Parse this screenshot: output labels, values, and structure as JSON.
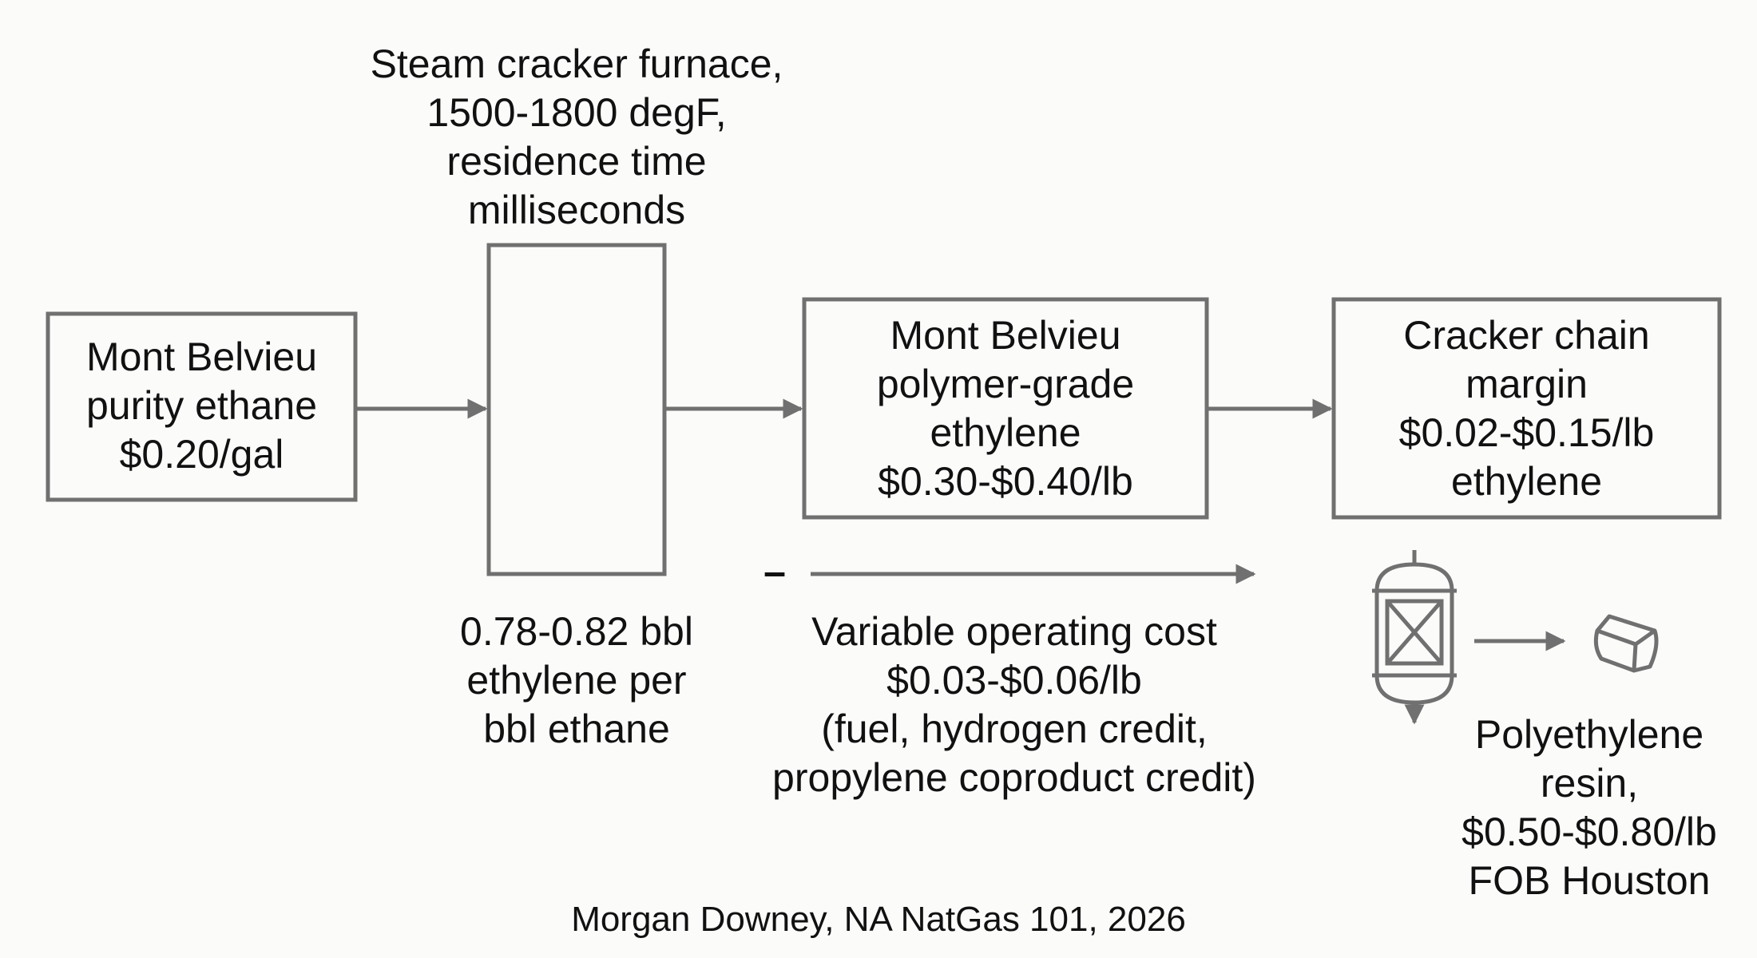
{
  "furnace_label": [
    "Steam cracker furnace,",
    "1500-1800 degF,",
    "residence time",
    "milliseconds"
  ],
  "ethane_box": [
    "Mont Belvieu",
    "purity ethane",
    "$0.20/gal"
  ],
  "ethylene_box": [
    "Mont Belvieu",
    "polymer-grade",
    "ethylene",
    "$0.30-$0.40/lb"
  ],
  "margin_box": [
    "Cracker chain",
    "margin",
    "$0.02-$0.15/lb",
    "ethylene"
  ],
  "yield_label": [
    "0.78-0.82 bbl",
    "ethylene per",
    "bbl ethane"
  ],
  "opex_sign": "–",
  "opex_label": [
    "Variable operating cost",
    "$0.03-$0.06/lb",
    "(fuel, hydrogen credit,",
    "propylene coproduct credit)"
  ],
  "resin_label": [
    "Polyethylene",
    "resin,",
    "$0.50-$0.80/lb",
    "FOB Houston"
  ],
  "icons": [
    "reactor-vessel-icon",
    "resin-pellet-icon"
  ],
  "colors": {
    "stroke": "#707070",
    "text": "#111111",
    "background": "#fbfbfa"
  },
  "footer": "Morgan Downey, NA NatGas 101, 2026"
}
